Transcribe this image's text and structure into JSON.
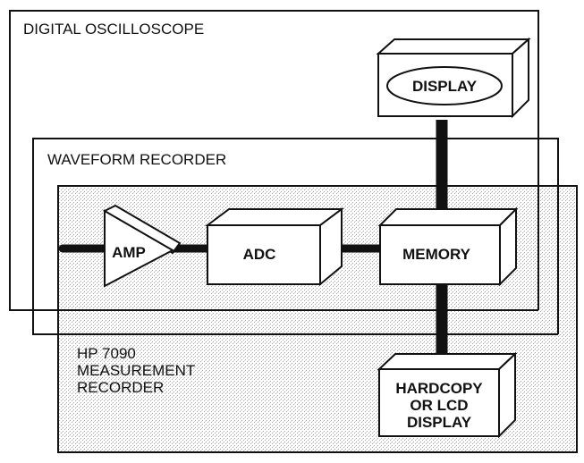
{
  "regions": {
    "digital_oscilloscope": "DIGITAL OSCILLOSCOPE",
    "waveform_recorder": "WAVEFORM RECORDER",
    "measurement_recorder": [
      "HP 7090",
      "MEASUREMENT",
      "RECORDER"
    ]
  },
  "blocks": {
    "amp": "AMP",
    "adc": "ADC",
    "memory": "MEMORY",
    "display": "DISPLAY",
    "hardcopy": [
      "HARDCOPY",
      "OR LCD",
      "DISPLAY"
    ]
  },
  "colors": {
    "line": "#111111",
    "stipple": "#a9a9a9",
    "background": "#ffffff"
  }
}
